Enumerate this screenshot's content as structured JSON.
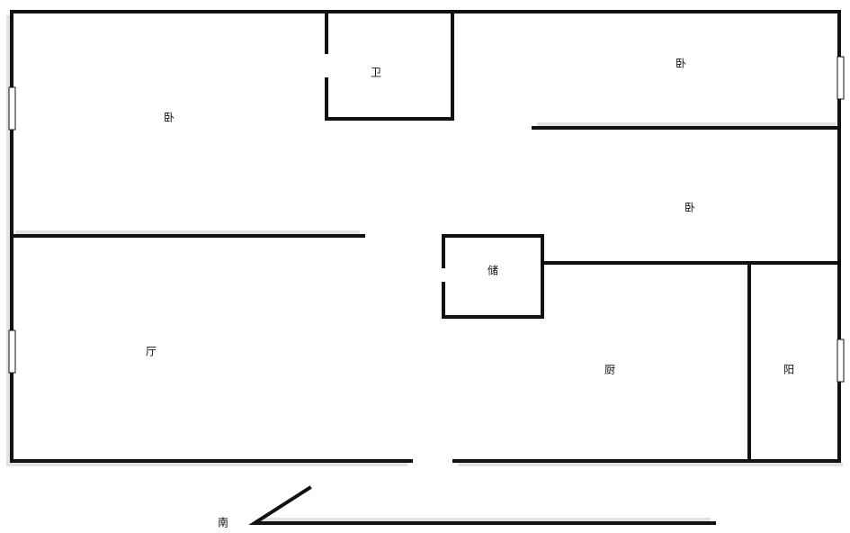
{
  "rooms": {
    "bedroom_nw": "卧",
    "bathroom": "卫",
    "bedroom_ne": "卧",
    "bedroom_e": "卧",
    "storage": "储",
    "living_room": "厅",
    "kitchen": "厨",
    "balcony": "阳"
  },
  "compass": {
    "label": "南"
  }
}
